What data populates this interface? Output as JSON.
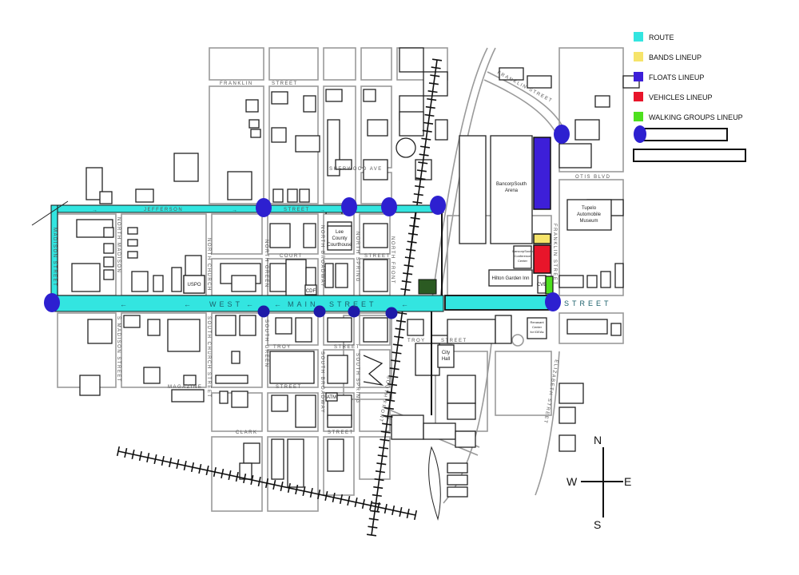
{
  "colors": {
    "route": "#33e5e0",
    "bands": "#f6e46a",
    "floats": "#3d1fd8",
    "vehicles": "#e8152a",
    "walking": "#4ee01e",
    "marker": "#2d20d0",
    "park": "#2b5a22",
    "street": "#9a9a9a"
  },
  "legend": {
    "items": [
      {
        "label": "ROUTE",
        "color_key": "route"
      },
      {
        "label": "BANDS LINEUP",
        "color_key": "bands"
      },
      {
        "label": "FLOATS LINEUP",
        "color_key": "floats"
      },
      {
        "label": "VEHICLES LINEUP",
        "color_key": "vehicles"
      },
      {
        "label": "WALKING GROUPS LINEUP",
        "color_key": "walking"
      }
    ]
  },
  "compass": {
    "n": "N",
    "s": "S",
    "e": "E",
    "w": "W"
  },
  "streets": {
    "franklin": "FRANKLIN",
    "franklin_street": "STREET",
    "jefferson": "JEFFERSON",
    "jefferson_street": "STREET",
    "court": "COURT",
    "court_street": "STREET",
    "main_west": "WEST",
    "main_main": "MAIN",
    "main_street": "STREET",
    "main_east": "STREET",
    "troy": "TROY",
    "troy_street": "STREET",
    "troy_east": "TROY",
    "troy_east_street": "STREET",
    "magazine": "MAGAZINE",
    "magazine_street": "STREET",
    "clark": "CLARK",
    "clark_street": "STREET",
    "sherwood": "SHERWOOD AVE",
    "otis": "OTIS BLVD",
    "franklin_curve": "FRANKLIN STREET",
    "madison_west": "MADISON STREET",
    "north_madison": "NORTH MADISON",
    "north_church": "NORTH CHURCH",
    "north_green": "NORTH GREEN",
    "north_broadway": "NORTH BROADWAY",
    "north_spring": "NORTH SPRING",
    "north_front": "NORTH FRONT",
    "s_madison": "S MADISON STREET",
    "south_church": "SOUTH CHURCH STREET",
    "south_green": "SOUTH GREEN",
    "south_broadway": "SOUTH BROADWAY",
    "south_spring": "SOUTH SPRING",
    "south_front": "SOUTH FRONT",
    "elizabeth": "ELIZABETH STREET",
    "franklin_ns": "FRANKLIN STREET"
  },
  "buildings": {
    "arena": [
      "BancorpSouth",
      "Arena"
    ],
    "conference": [
      "BancorpSouth",
      "Conference",
      "Center"
    ],
    "hilton": "Hilton Garden Inn",
    "museum": [
      "Tupelo",
      "Automobile",
      "Museum"
    ],
    "courthouse": [
      "Lee",
      "County",
      "Courthouse"
    ],
    "uspo": "USPO",
    "cdf": "CDF",
    "atm": "ATM",
    "cityhall": [
      "City",
      "Hall"
    ],
    "renasant": [
      "Renasant",
      "Center",
      "for IDEAs"
    ],
    "cvb": "CVB"
  }
}
